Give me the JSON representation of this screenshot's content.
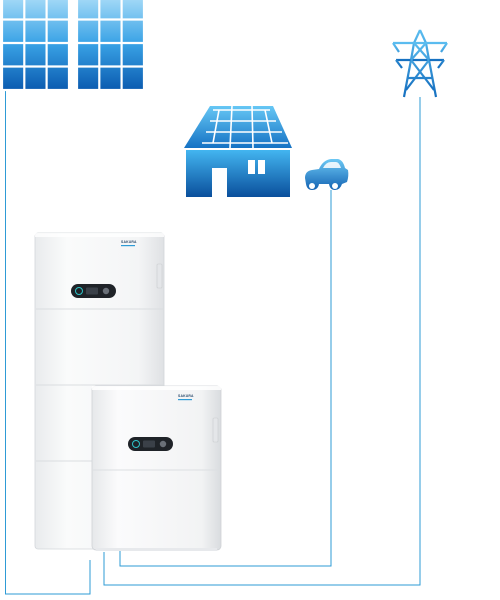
{
  "colors": {
    "accent_blue": "#1a8fd6",
    "deep_blue": "#0a4f9c",
    "wire_blue": "#2e9bd6",
    "cabinet_white": "#f3f4f5",
    "cabinet_edge": "#d8dadd"
  },
  "diagram": {
    "nodes": [
      {
        "id": "solar-panels",
        "icon": "solar-panel-icon"
      },
      {
        "id": "house",
        "icon": "house-solar-roof-icon"
      },
      {
        "id": "electric-car",
        "icon": "car-icon"
      },
      {
        "id": "power-grid",
        "icon": "transmission-tower-icon"
      },
      {
        "id": "battery-tower",
        "icon": "battery-cabinet-icon",
        "brand": "SAKURA"
      },
      {
        "id": "hybrid-inverter",
        "icon": "inverter-cabinet-icon",
        "brand": "SAKURA"
      }
    ],
    "connections": [
      {
        "from": "solar-panels",
        "to": "battery-tower"
      },
      {
        "from": "electric-car",
        "to": "hybrid-inverter"
      },
      {
        "from": "power-grid",
        "to": "hybrid-inverter"
      }
    ]
  }
}
